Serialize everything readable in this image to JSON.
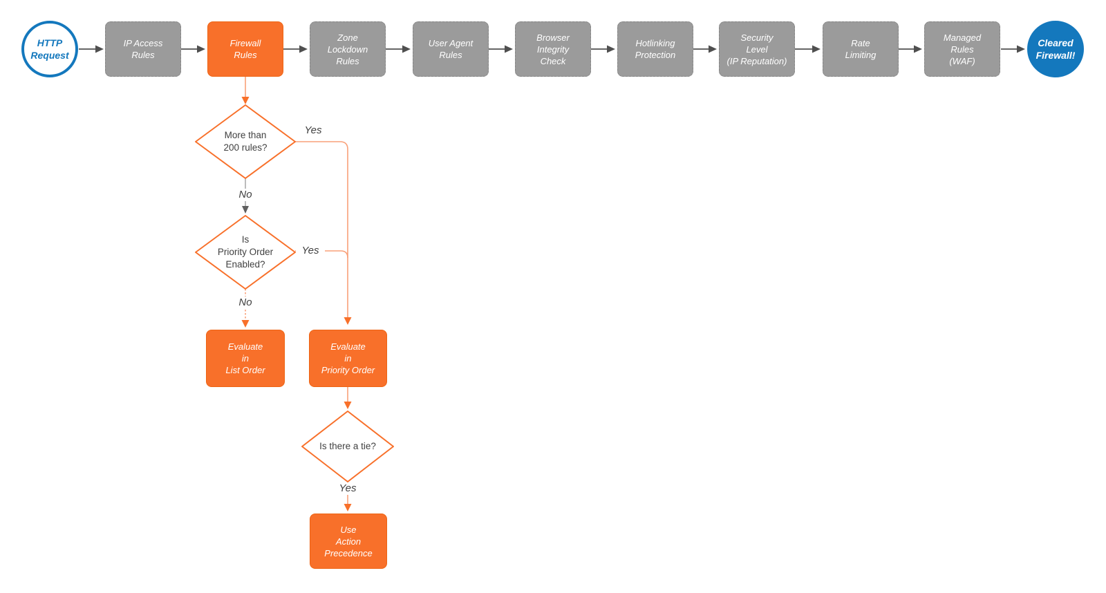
{
  "diagram": {
    "title_semantic": "Firewall request evaluation flowchart",
    "start": {
      "label": "HTTP\nRequest"
    },
    "steps": [
      {
        "label": "IP Access\nRules"
      },
      {
        "label": "Firewall\nRules"
      },
      {
        "label": "Zone\nLockdown\nRules"
      },
      {
        "label": "User Agent\nRules"
      },
      {
        "label": "Browser\nIntegrity\nCheck"
      },
      {
        "label": "Hotlinking\nProtection"
      },
      {
        "label": "Security\nLevel\n(IP Reputation)"
      },
      {
        "label": "Rate\nLimiting"
      },
      {
        "label": "Managed\nRules\n(WAF)"
      }
    ],
    "end": {
      "label": "Cleared\nFirewall!"
    },
    "decisions": [
      {
        "label": "More than\n200 rules?"
      },
      {
        "label": "Is\nPriority Order\nEnabled?"
      },
      {
        "label": "Is there a tie?"
      }
    ],
    "actions": [
      {
        "label": "Evaluate\nin\nList Order"
      },
      {
        "label": "Evaluate\nin\nPriority Order"
      },
      {
        "label": "Use\nAction\nPrecedence"
      }
    ],
    "edge_labels": {
      "d1_yes": "Yes",
      "d1_no": "No",
      "d2_yes": "Yes",
      "d2_no": "No",
      "d3_yes": "Yes"
    },
    "colors": {
      "orange": "#F8702A",
      "orange_line": "#F9A078",
      "gray_node": "#9B9B9B",
      "blue": "#1478BD",
      "arrow_dark": "#4F4F4F",
      "text_dark": "#404040"
    }
  }
}
